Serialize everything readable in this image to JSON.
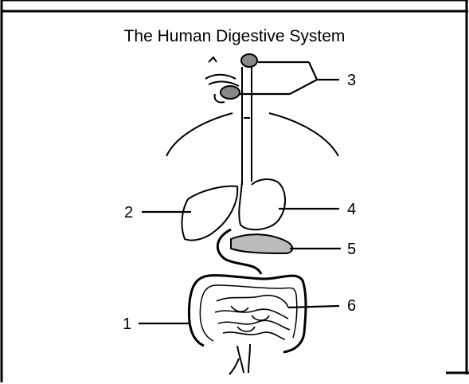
{
  "diagram": {
    "title": "The Human Digestive System",
    "labels": {
      "one": "1",
      "two": "2",
      "three": "3",
      "four": "4",
      "five": "5",
      "six": "6"
    }
  }
}
